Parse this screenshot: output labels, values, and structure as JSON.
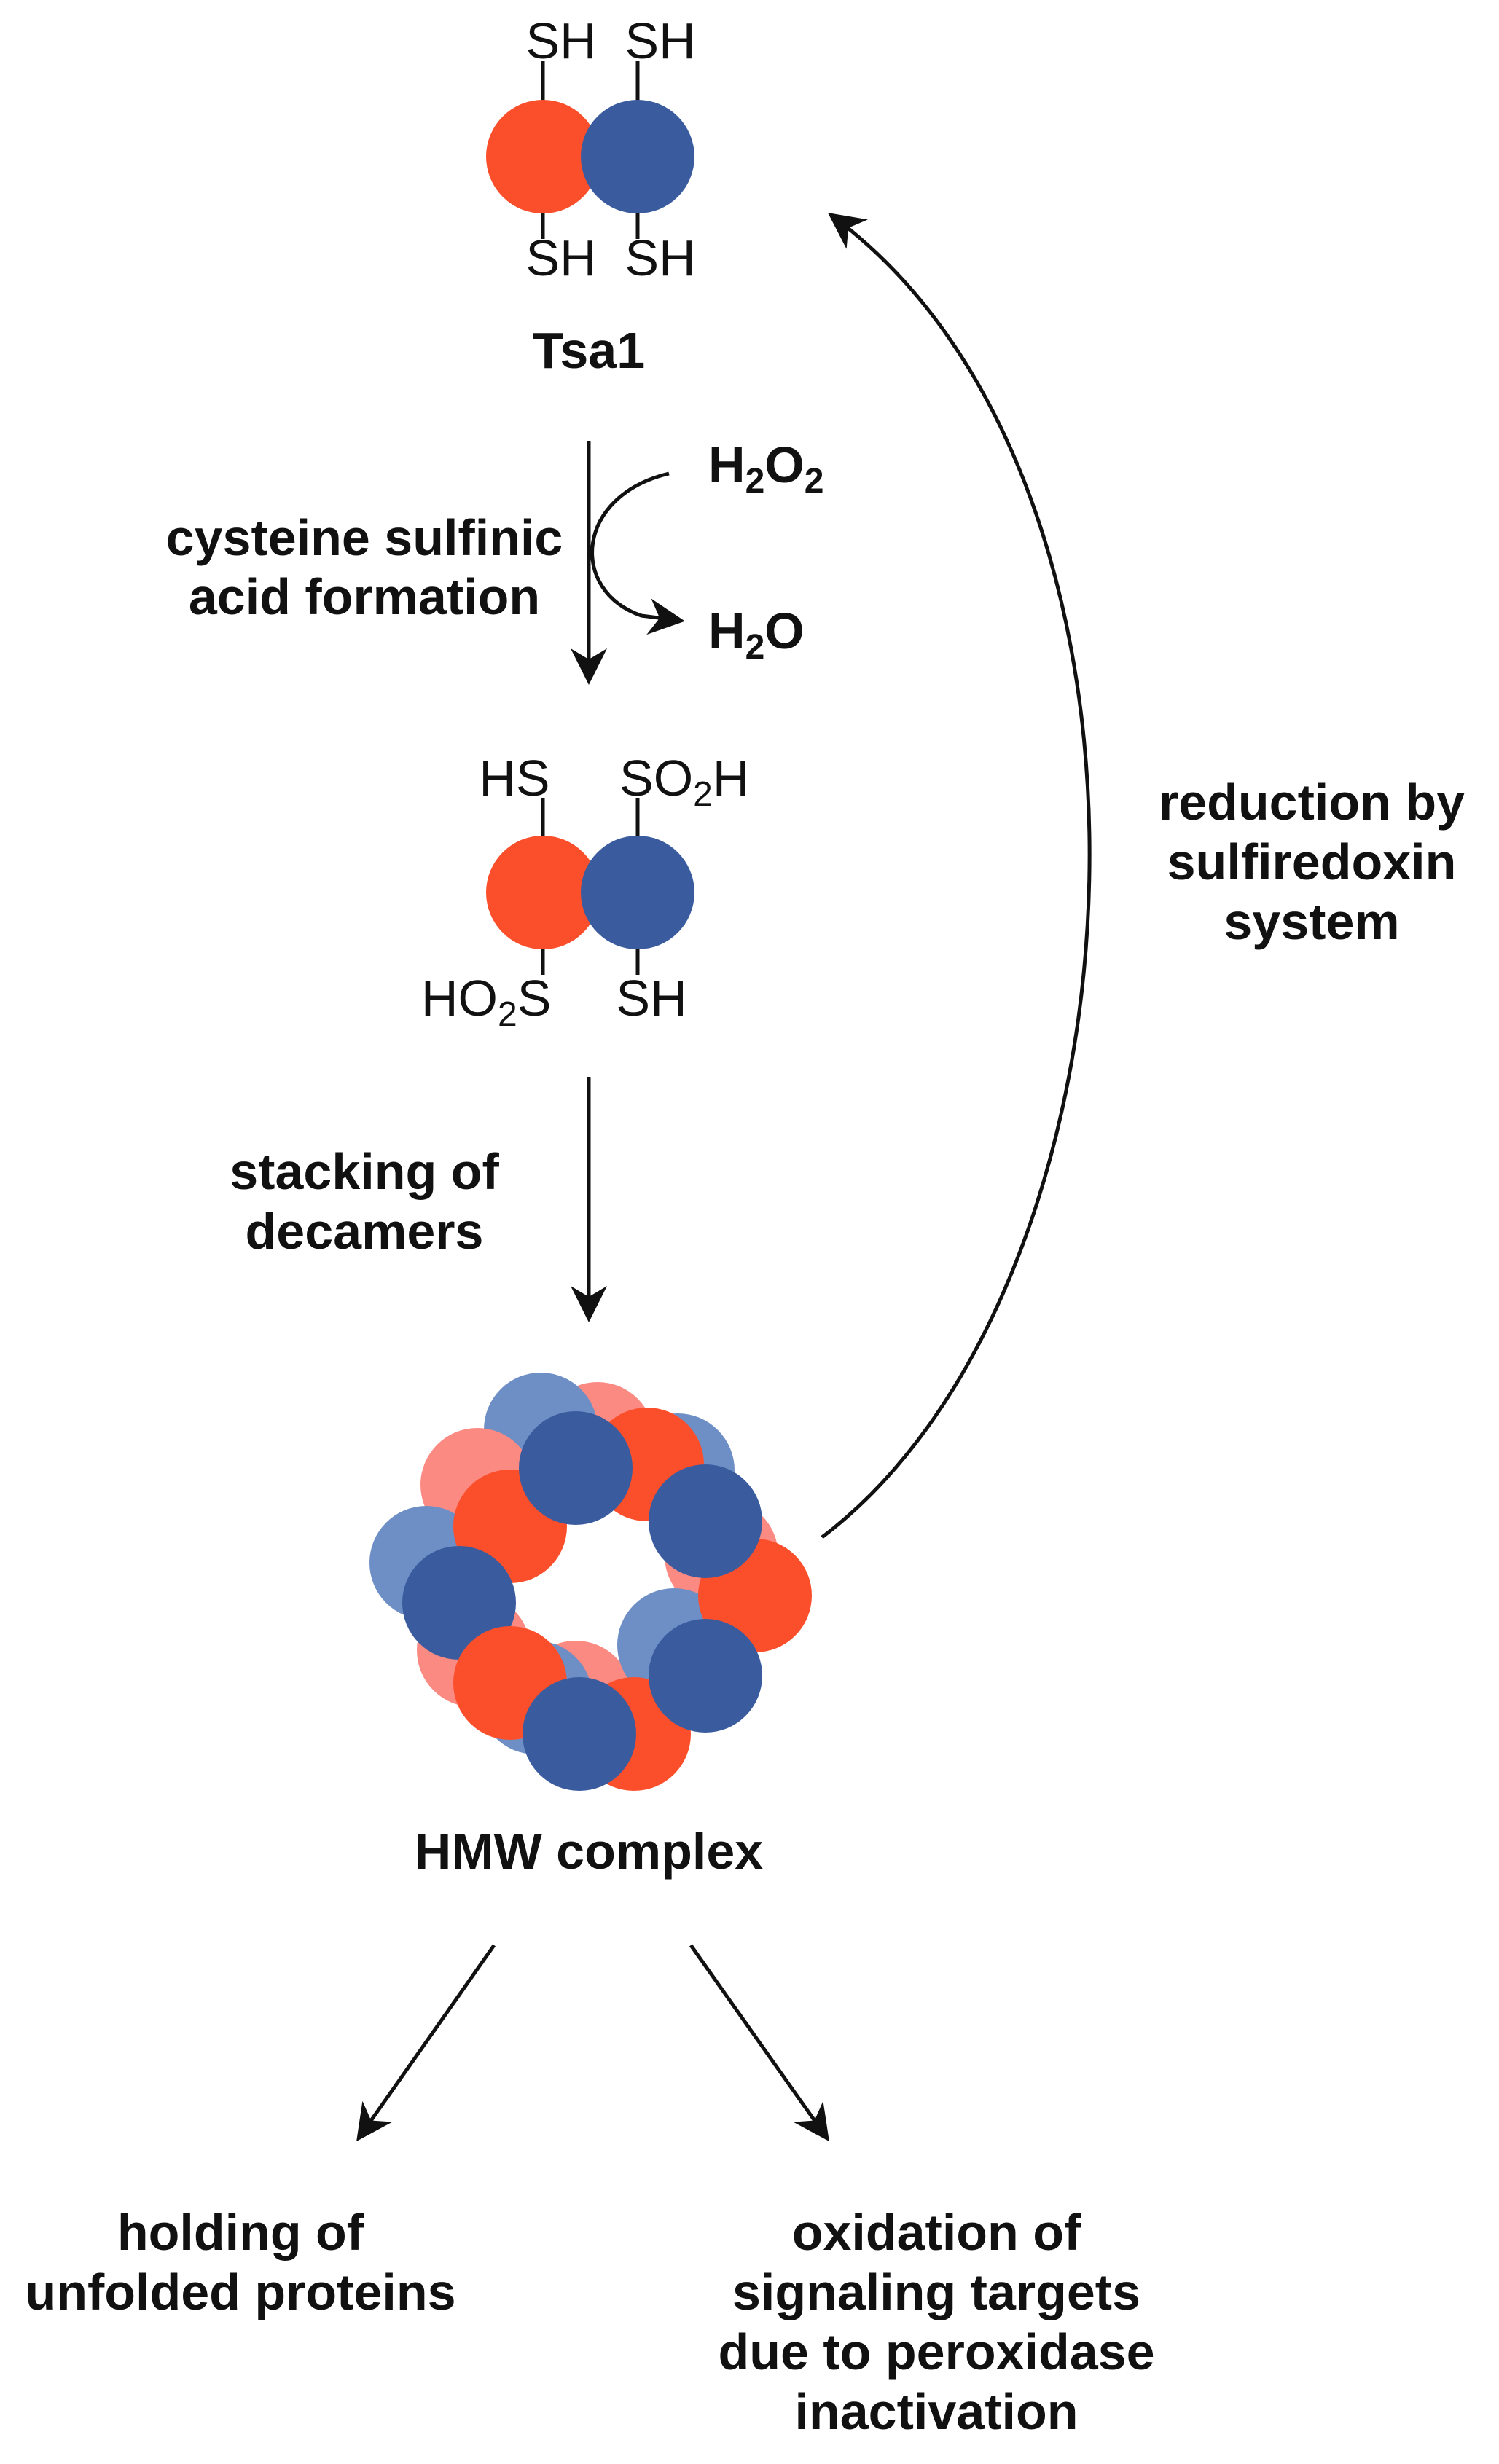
{
  "colors": {
    "red": "#fb4f2b",
    "blue": "#3a5c9f",
    "light_red": "#fa8a82",
    "light_blue": "#6e8fc5",
    "text": "#111111",
    "background": "#ffffff"
  },
  "tsa1": {
    "top_left": "SH",
    "top_right": "SH",
    "bottom_left": "SH",
    "bottom_right": "SH",
    "label": "Tsa1"
  },
  "step1": {
    "label_line1": "cysteine sulfinic",
    "label_line2": "acid formation",
    "reactant_base": "H",
    "reactant_sub": "2",
    "reactant_rest": "O",
    "reactant_sub2": "2",
    "product_base": "H",
    "product_sub": "2",
    "product_rest": "O"
  },
  "oxidized": {
    "top_left": "HS",
    "top_right_base": "SO",
    "top_right_sub": "2",
    "top_right_end": "H",
    "bottom_left_base": "HO",
    "bottom_left_sub": "2",
    "bottom_left_end": "S",
    "bottom_right": "SH"
  },
  "step2": {
    "label_line1": "stacking of",
    "label_line2": "decamers"
  },
  "hmw": {
    "label": "HMW complex"
  },
  "reduction": {
    "line1": "reduction by",
    "line2": "sulfiredoxin",
    "line3": "system"
  },
  "outcome_left": {
    "line1": "holding of",
    "line2": "unfolded proteins"
  },
  "outcome_right": {
    "line1": "oxidation of",
    "line2": "signaling targets",
    "line3": "due to peroxidase",
    "line4": "inactivation"
  }
}
